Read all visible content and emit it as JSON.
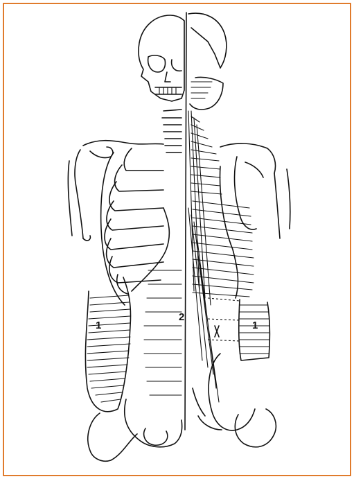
{
  "figure": {
    "border_color": "#e07b2c",
    "labels": {
      "left_one": "1",
      "center_two": "2",
      "right_one": "1"
    }
  }
}
